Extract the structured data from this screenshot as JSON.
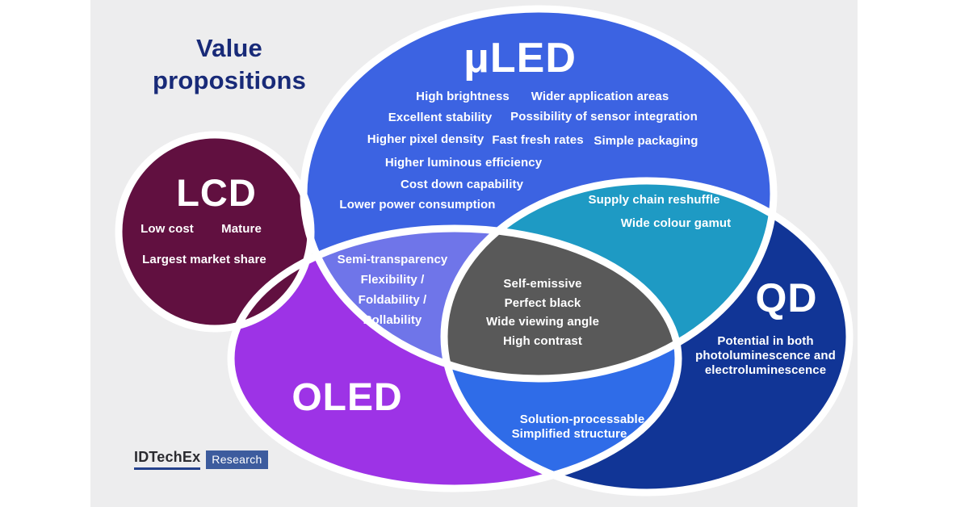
{
  "title": {
    "line1": "Value",
    "line2": "propositions"
  },
  "colors": {
    "panel": "#ededee",
    "title": "#182a78",
    "uled": "#3c63e2",
    "lcd": "#611040",
    "oled": "#9d33e6",
    "qd": "#113596",
    "uled_qd": "#1e9ac4",
    "uled_oled": "#6f75e9",
    "oled_qd": "#2f6ce8",
    "center": "#595959",
    "outline": "#ffffff"
  },
  "sets": {
    "uled": {
      "label": "μLED",
      "items": [
        "High brightness",
        "Wider application areas",
        "Excellent stability",
        "Possibility of sensor integration",
        "Higher pixel density",
        "Fast fresh rates",
        "Simple packaging",
        "Higher luminous efficiency",
        "Cost down capability",
        "Lower power consumption"
      ]
    },
    "lcd": {
      "label": "LCD",
      "items": [
        "Low cost",
        "Mature",
        "Largest market share"
      ]
    },
    "oled": {
      "label": "OLED"
    },
    "qd": {
      "label": "QD",
      "lines": [
        "Potential in both",
        "photoluminescence and",
        "electroluminescence"
      ]
    }
  },
  "overlaps": {
    "uled_qd": {
      "items": [
        "Supply chain reshuffle",
        "Wide colour gamut"
      ]
    },
    "uled_oled": {
      "items": [
        "Semi-transparency",
        "Flexibility /",
        "Foldability /",
        "Rollability"
      ]
    },
    "oled_qd": {
      "items": [
        "Solution-processable",
        "Simplified structure"
      ]
    },
    "uled_oled_qd": {
      "items": [
        "Self-emissive",
        "Perfect black",
        "Wide viewing angle",
        "High contrast"
      ]
    }
  },
  "logo": {
    "brand": "IDTechEx",
    "sub": "Research"
  }
}
